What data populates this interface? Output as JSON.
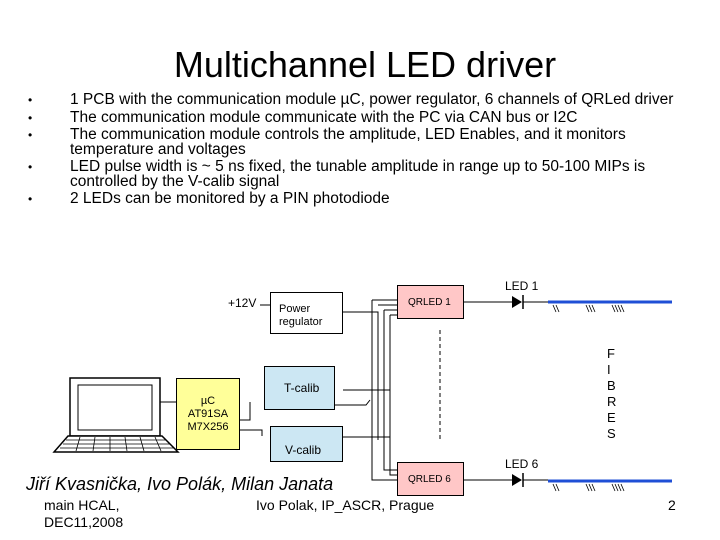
{
  "slide": {
    "title": "Multichannel LED driver",
    "bullets": [
      "1 PCB with the communication module µC, power regulator, 6 channels of QRLed driver",
      "The communication module communicate with the PC via CAN bus or I2C",
      "The communication module controls the amplitude, LED Enables, and it monitors temperature and voltages",
      "LED pulse width is ~ 5 ns fixed, the tunable amplitude in range up to 50-100 MIPs is controlled by the V-calib signal",
      "2 LEDs can be monitored by a PIN photodiode"
    ]
  },
  "diagram": {
    "supply_label": "+12V",
    "power_block": "Power\nregulator",
    "tcalib_block": "T-calib",
    "vcalib_block": "V-calib",
    "uc_block": "µC\nAT91SA\nM7X256",
    "qrled1": "QRLED 1",
    "qrled6": "QRLED 6",
    "led1": "LED 1",
    "led6": "LED 6",
    "fibres": "F\nI\nB\nR\nE\nS",
    "colors": {
      "yellow": "#ffff99",
      "blue": "#cce7f3",
      "pink": "#ffc7c7",
      "fibre": "#1f4fd6"
    }
  },
  "footer": {
    "authors": "Jiří Kvasnička, Ivo Polák, Milan Janata",
    "event": "main HCAL,\nDEC11,2008",
    "presenter": "Ivo Polak, IP_ASCR, Prague",
    "page": "2"
  }
}
